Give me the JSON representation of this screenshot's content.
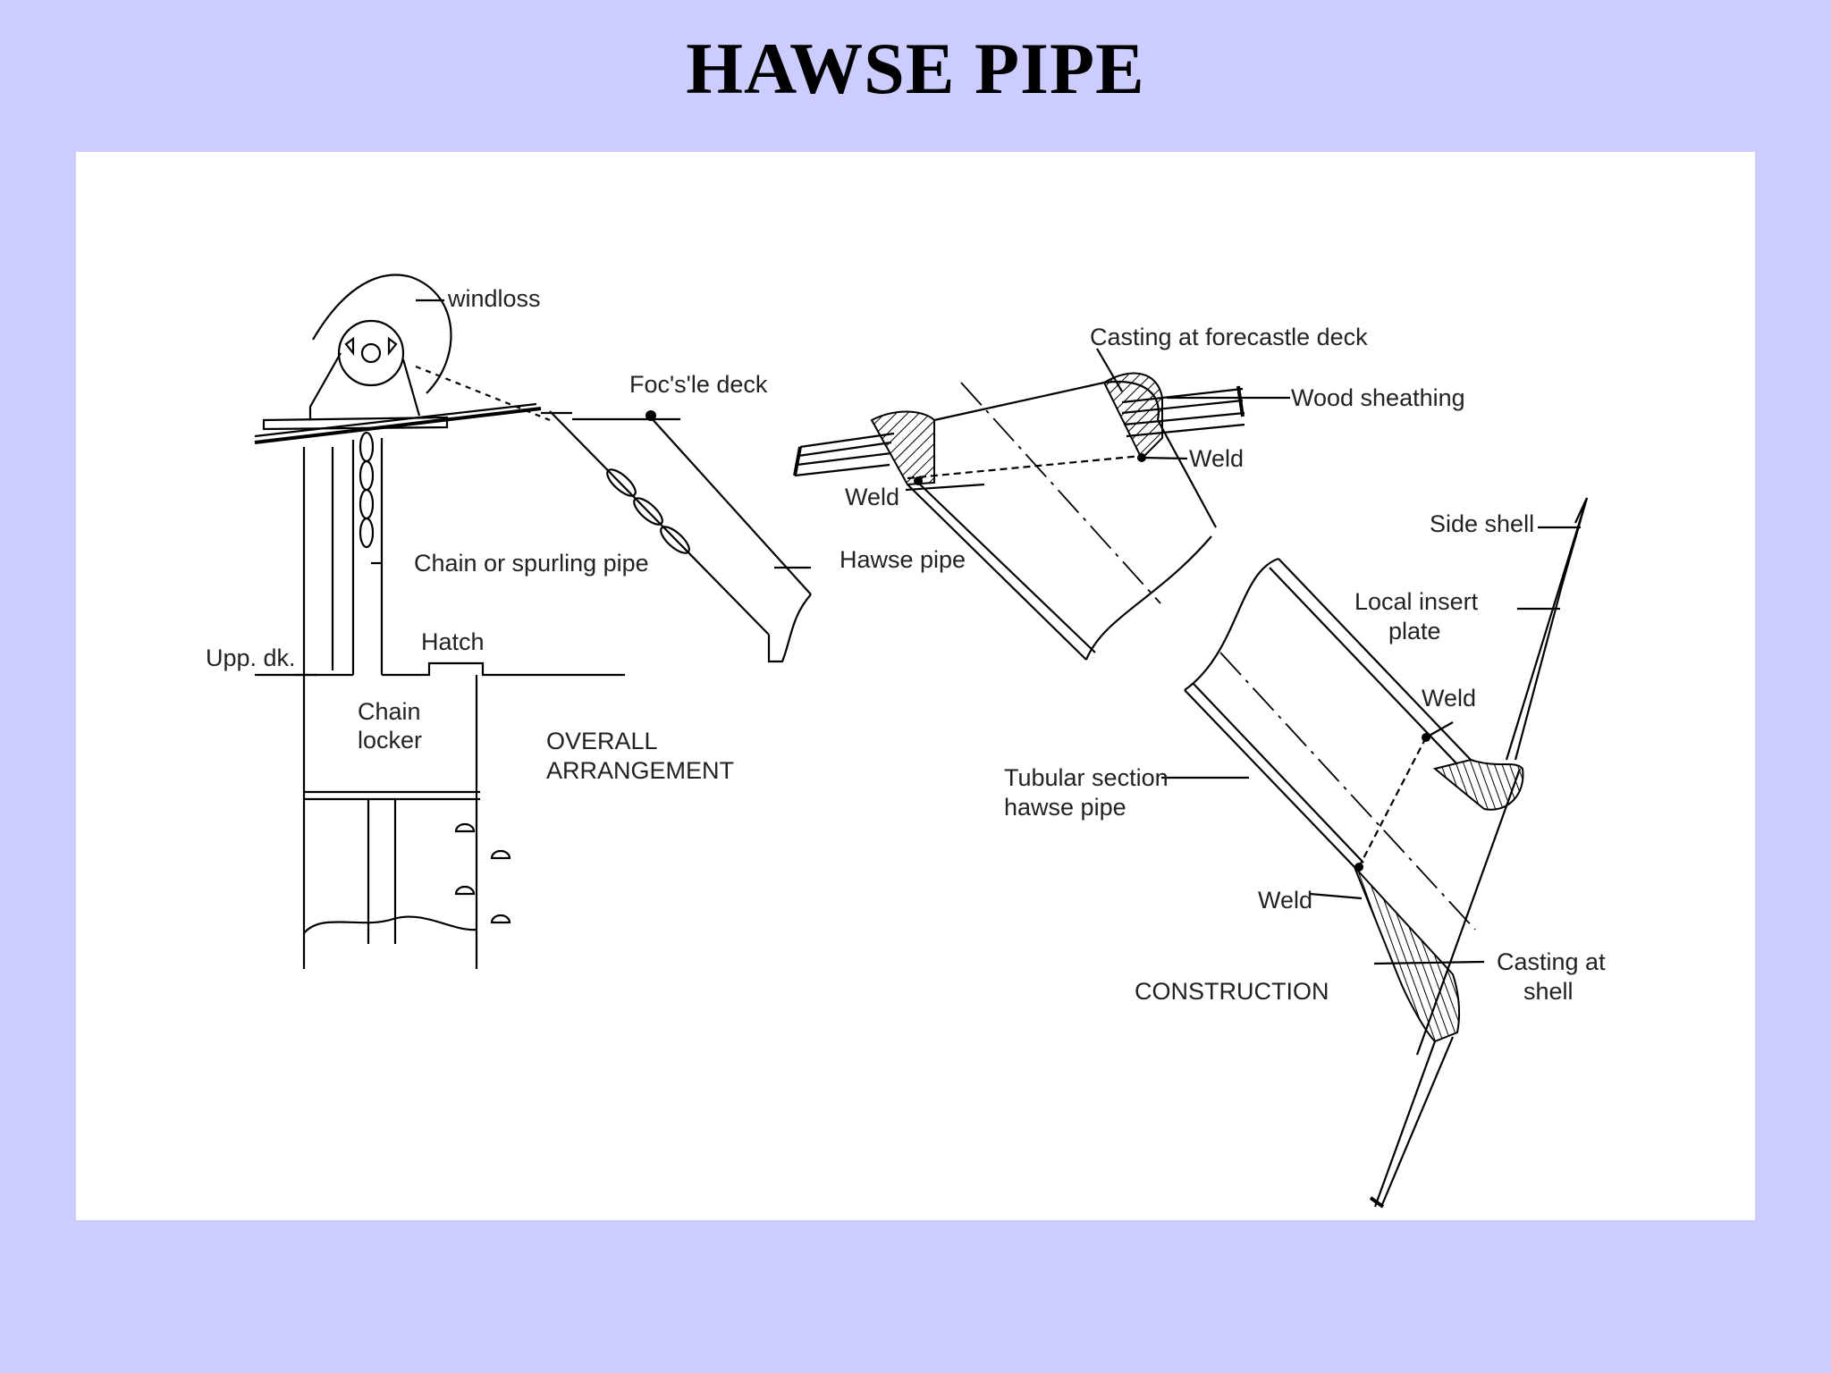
{
  "title": "HAWSE PIPE",
  "labels": {
    "windlass": "windloss",
    "focsle_deck": "Foc's'le deck",
    "chain_pipe": "Chain or spurling pipe",
    "hawse_pipe": "Hawse pipe",
    "upp_dk": "Upp. dk.",
    "hatch": "Hatch",
    "chain_locker_1": "Chain",
    "chain_locker_2": "locker",
    "overall_1": "OVERALL",
    "overall_2": "ARRANGEMENT",
    "casting_forecastle": "Casting at forecastle deck",
    "wood_sheathing": "Wood sheathing",
    "weld_top_right": "Weld",
    "weld_top_left": "Weld",
    "side_shell": "Side shell",
    "local_insert_1": "Local insert",
    "local_insert_2": "plate",
    "weld_shell_upper": "Weld",
    "tubular_1": "Tubular section",
    "tubular_2": "hawse pipe",
    "weld_shell_lower": "Weld",
    "construction": "CONSTRUCTION",
    "casting_shell_1": "Casting at",
    "casting_shell_2": "shell"
  }
}
